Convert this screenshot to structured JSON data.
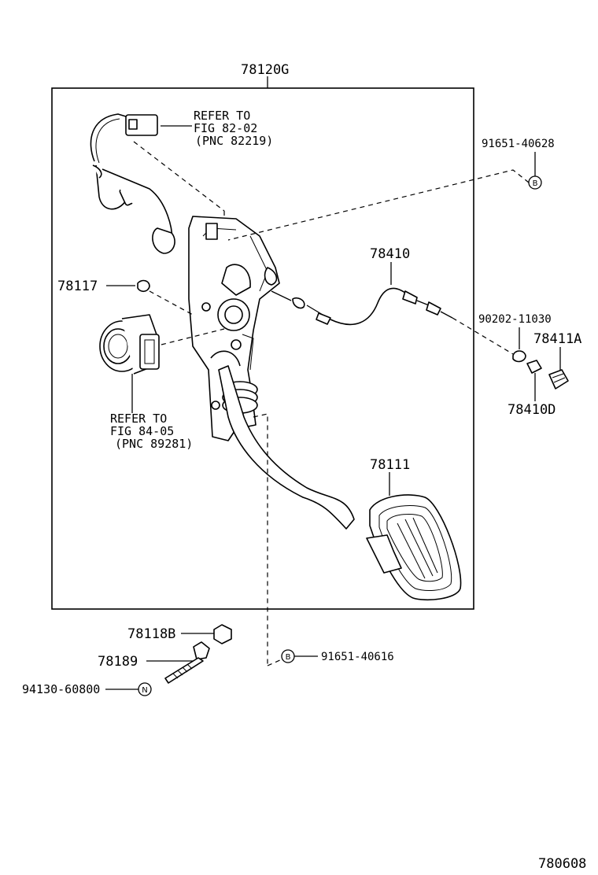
{
  "labels": {
    "assembly": "78120G",
    "refer1_l1": "REFER TO",
    "refer1_l2": "FIG 82-02",
    "refer1_l3": "(PNC 82219)",
    "part_91651_40628": "91651-40628",
    "part_78410": "78410",
    "part_78117": "78117",
    "part_90202_11030": "90202-11030",
    "part_78411A": "78411A",
    "part_78410D": "78410D",
    "refer2_l1": "REFER TO",
    "refer2_l2": "FIG 84-05",
    "refer2_l3": "(PNC 89281)",
    "part_78111": "78111",
    "part_78118B": "78118B",
    "part_78189": "78189",
    "part_94130_60800": "94130-60800",
    "part_91651_40616": "91651-40616",
    "figure_code": "780608"
  },
  "badges": {
    "b1": "B",
    "b2": "B",
    "n1": "N"
  }
}
